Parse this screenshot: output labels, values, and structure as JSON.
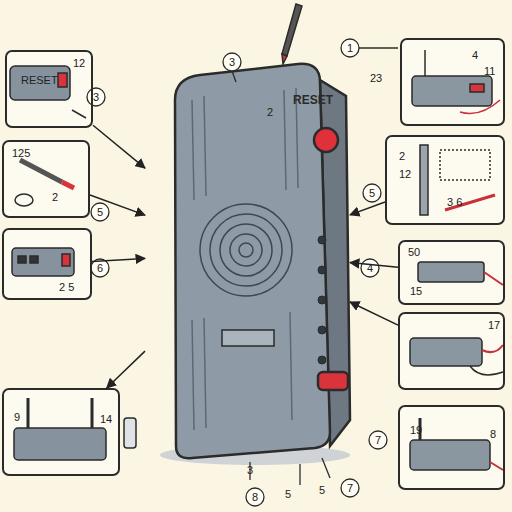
{
  "diagram": {
    "nodes": [
      {
        "text": [
          "RESET",
          "12"
        ]
      },
      {
        "text": [
          "RESET"
        ]
      },
      {
        "text": [
          "4",
          "11"
        ]
      },
      {
        "text": [
          "125",
          "2"
        ]
      },
      {
        "text": [
          "2",
          "12",
          "3 6"
        ]
      },
      {
        "text": [
          "2 5"
        ]
      },
      {
        "text": [
          "50",
          "15"
        ]
      },
      {
        "text": [
          "17"
        ]
      },
      {
        "text": [
          "9",
          "14"
        ]
      },
      {
        "text": [
          "19",
          "8"
        ]
      }
    ],
    "edges": [
      {
        "from": 0,
        "to": 1,
        "arrow": "to"
      },
      {
        "from": 3,
        "to": 1,
        "arrow": "to"
      },
      {
        "from": 5,
        "to": 1,
        "arrow": "to"
      },
      {
        "from": 4,
        "to": 1,
        "arrow": "to"
      },
      {
        "from": 6,
        "to": 1,
        "arrow": "to"
      },
      {
        "from": 7,
        "to": 1,
        "arrow": "to"
      },
      {
        "from": 1,
        "to": 8,
        "arrow": "to"
      }
    ],
    "labels": [
      "3",
      "3",
      "2",
      "1",
      "23",
      "5",
      "6",
      "5",
      "4",
      "3",
      "8",
      "5",
      "5",
      "7",
      "7"
    ]
  }
}
